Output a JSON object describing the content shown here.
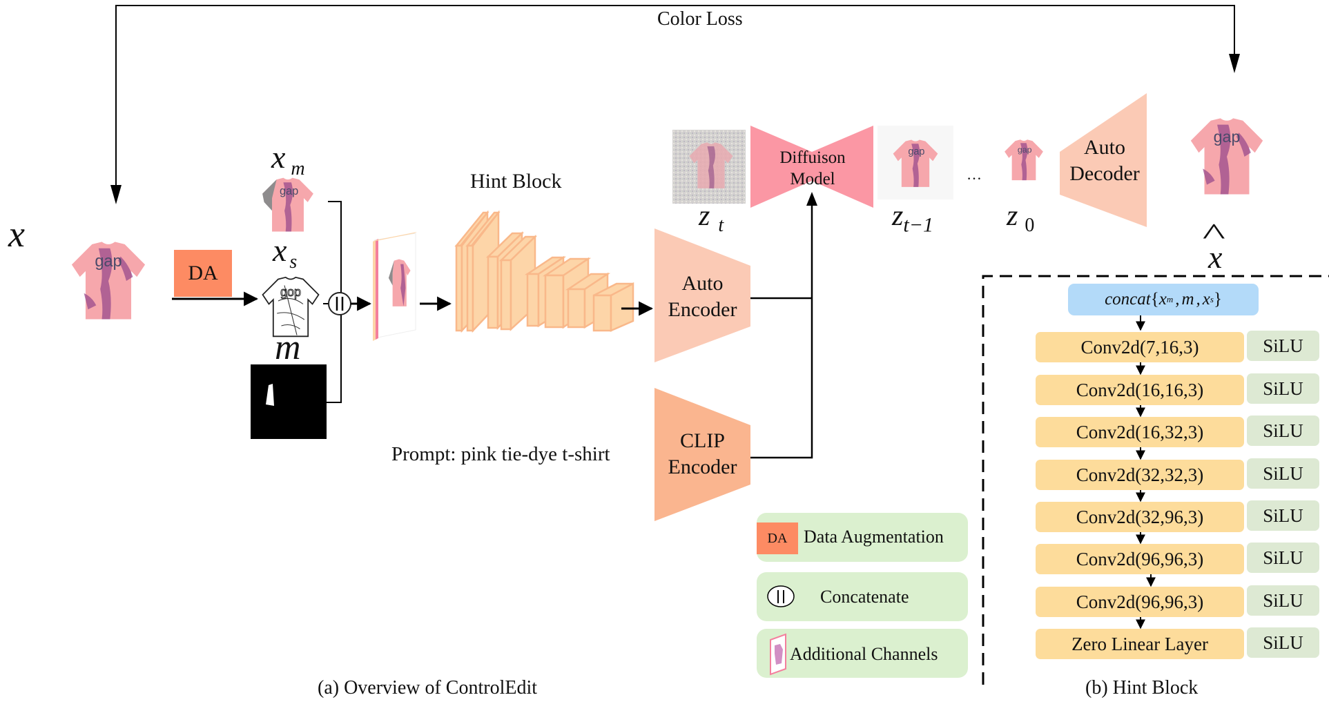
{
  "overview": {
    "color_loss_label": "Color Loss",
    "input_label": "x",
    "da_label": "DA",
    "xm_base": "x",
    "xm_sub": "m",
    "xs_base": "x",
    "xs_sub": "s",
    "mask_label": "m",
    "concat_symbol": "||",
    "hint_block_title": "Hint Block",
    "auto_encoder": [
      "Auto",
      "Encoder"
    ],
    "clip_encoder": [
      "CLIP",
      "Encoder"
    ],
    "prompt_text": "Prompt: pink tie-dye t-shirt",
    "diffusion_model": [
      "Diffuison",
      "Model"
    ],
    "zt_base": "z",
    "zt_sub": "t",
    "zt1_base": "z",
    "zt1_sub": "t−1",
    "ellipsis": "…",
    "z0_base": "z",
    "z0_sub": "0",
    "auto_decoder": [
      "Auto",
      "Decoder"
    ],
    "output_label": "x",
    "output_hat": "^",
    "caption": "(a) Overview of ControlEdit"
  },
  "legend": {
    "items": [
      {
        "icon": "DA",
        "label": "Data Augmentation"
      },
      {
        "icon": "||",
        "label": "Concatenate"
      },
      {
        "icon": "additional-channels",
        "label": "Additional Channels"
      }
    ]
  },
  "hint_block": {
    "concat_label": "concat",
    "concat_args": [
      "x",
      "m",
      ",",
      "m",
      ",",
      "x",
      "s"
    ],
    "layers": [
      {
        "layer": "Conv2d(7,16,3)",
        "activation": "SiLU"
      },
      {
        "layer": "Conv2d(16,16,3)",
        "activation": "SiLU"
      },
      {
        "layer": "Conv2d(16,32,3)",
        "activation": "SiLU"
      },
      {
        "layer": "Conv2d(32,32,3)",
        "activation": "SiLU"
      },
      {
        "layer": "Conv2d(32,96,3)",
        "activation": "SiLU"
      },
      {
        "layer": "Conv2d(96,96,3)",
        "activation": "SiLU"
      },
      {
        "layer": "Conv2d(96,96,3)",
        "activation": "SiLU"
      },
      {
        "layer": "Zero Linear Layer",
        "activation": "SiLU"
      }
    ],
    "caption": "(b) Hint Block"
  },
  "colors": {
    "da": "#fd8b63",
    "auto_encoder": "#fbcab5",
    "clip_encoder": "#fab58f",
    "diffusion": "#fb97a4",
    "hint_block": "#fdd5a8",
    "concat_pill": "#b3daf9",
    "conv": "#fddc9b",
    "silu": "#dde9d3",
    "legend_bg": "#dbf0cf"
  }
}
